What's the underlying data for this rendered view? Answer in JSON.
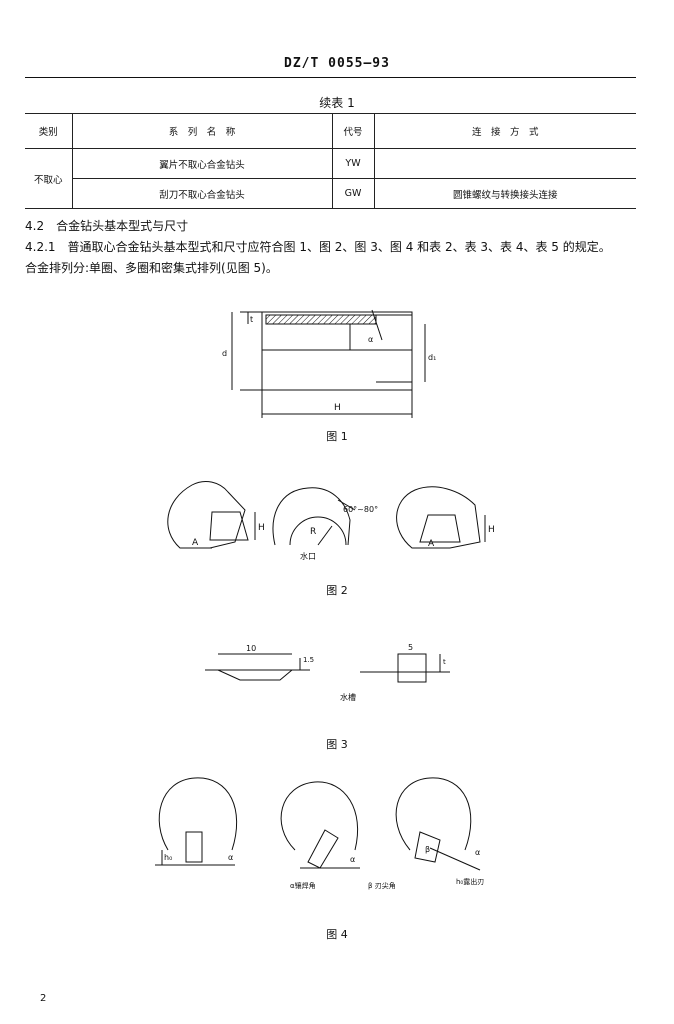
{
  "header": {
    "standard_code": "DZ/T  0055—93"
  },
  "table": {
    "caption": "续表 1",
    "headers": [
      "类别",
      "系　列　名　称",
      "代号",
      "连　接　方　式"
    ],
    "category": "不取心",
    "rows": [
      {
        "name": "翼片不取心合金钻头",
        "code": "YW",
        "connection": ""
      },
      {
        "name": "刮刀不取心合金钻头",
        "code": "GW",
        "connection": "圆锥螺纹与转换接头连接"
      }
    ]
  },
  "text": {
    "section_4_2": "4.2　合金钻头基本型式与尺寸",
    "section_4_2_1_line1": "4.2.1　普通取心合金钻头基本型式和尺寸应符合图 1、图 2、图 3、图 4 和表 2、表 3、表 4、表 5 的规定。",
    "section_4_2_1_line2": "合金排列分:单圈、多圈和密集式排列(见图 5)。"
  },
  "figures": {
    "fig1": {
      "caption": "图 1",
      "labels": {
        "t": "t",
        "d": "d",
        "d1": "d₁",
        "H": "H",
        "alpha": "α"
      }
    },
    "fig2": {
      "caption": "图 2",
      "labels": {
        "A": "A",
        "H": "H",
        "R": "R",
        "angle": "60°~80°",
        "water_port": "水口"
      }
    },
    "fig3": {
      "caption": "图 3",
      "labels": {
        "w10": "10",
        "h15": "1.5",
        "w5": "5",
        "h_right": "t",
        "water_groove": "水槽"
      }
    },
    "fig4": {
      "caption": "图 4",
      "labels": {
        "h0": "h₀",
        "alpha": "α",
        "alpha_desc": "α镶焊角",
        "beta": "β",
        "beta_desc": "β 刃尖角",
        "h0_desc": "h₀露出刃"
      }
    }
  },
  "footer": {
    "page_number": "2"
  }
}
